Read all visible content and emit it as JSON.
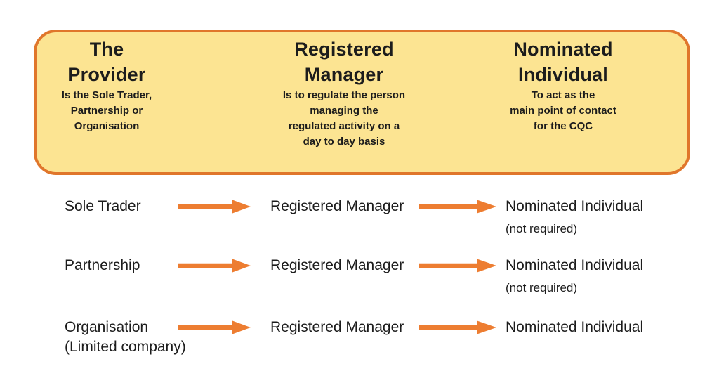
{
  "palette": {
    "box_fill": "#FCE492",
    "box_border": "#E0762B",
    "arrow": "#ED7D31",
    "text": "#1C1C1C"
  },
  "header_box": {
    "columns": [
      {
        "title": "The\nProvider",
        "description": "Is the Sole Trader,\nPartnership or\nOrganisation"
      },
      {
        "title": "Registered\nManager",
        "description": "Is to regulate the person\nmanaging the\nregulated activity on a\nday to day basis"
      },
      {
        "title": "Nominated\nIndividual",
        "description": "To act as the\nmain point of contact\nfor the CQC"
      }
    ]
  },
  "rows": [
    {
      "provider": "Sole Trader",
      "manager": "Registered Manager",
      "individual": "Nominated Individual",
      "note": "(not required)"
    },
    {
      "provider": "Partnership",
      "manager": "Registered Manager",
      "individual": "Nominated Individual",
      "note": "(not required)"
    },
    {
      "provider": "Organisation\n(Limited company)",
      "manager": "Registered Manager",
      "individual": "Nominated Individual",
      "note": ""
    }
  ]
}
